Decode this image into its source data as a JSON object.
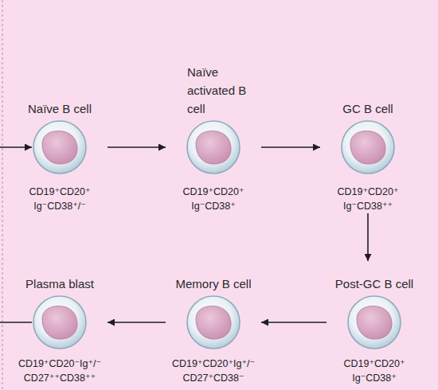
{
  "diagram": {
    "nodes": [
      {
        "text": [
          "Naïve B cell",
          "CD19⁺CD20⁺ Ig⁻CD38⁺/⁻"
        ]
      },
      {
        "text": [
          "Naïve activated B cell",
          "CD19⁺CD20⁺ Ig⁻CD38⁺"
        ]
      },
      {
        "text": [
          "GC B cell",
          "CD19⁺CD20⁺ Ig⁻CD38⁺⁺"
        ]
      },
      {
        "text": [
          "Plasma blast",
          "CD19⁺CD20⁻Ig⁺/⁻ CD27⁺⁺CD38⁺⁺"
        ]
      },
      {
        "text": [
          "Memory B cell",
          "CD19⁺CD20⁺Ig⁺/⁻ CD27⁺CD38⁻"
        ]
      },
      {
        "text": [
          "Post-GC B cell",
          "CD19⁺CD20⁺ Ig⁻CD38⁺"
        ]
      }
    ],
    "edges": [
      {
        "from": 0,
        "to": 1,
        "arrow": "to"
      },
      {
        "from": 1,
        "to": 2,
        "arrow": "to"
      },
      {
        "from": 2,
        "to": 5,
        "arrow": "to"
      },
      {
        "from": 5,
        "to": 4,
        "arrow": "to"
      },
      {
        "from": 4,
        "to": 3,
        "arrow": "to"
      }
    ]
  }
}
